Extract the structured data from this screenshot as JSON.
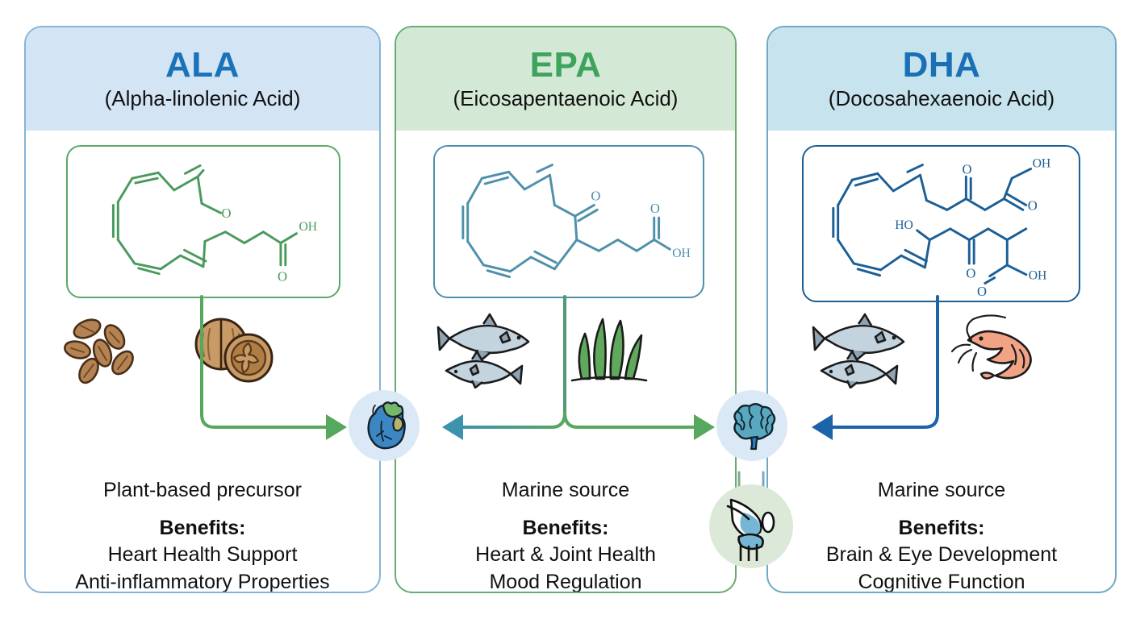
{
  "diagram": {
    "title_implied": "Omega-3 Fatty Acid Types",
    "panels": [
      {
        "abbr": "ALA",
        "full_name": "(Alpha-linolenic Acid)",
        "header_color": "#d3e4f4",
        "accent_color": "#1a72b8",
        "border_color": "#86b4d8",
        "molecule_color": "#5aa86a",
        "molecule_labels": [
          "O",
          "OH",
          "O"
        ],
        "sources": [
          "flax-seeds",
          "walnuts"
        ],
        "source_line": "Plant-based precursor",
        "benefits_label": "Benefits:",
        "benefits": [
          "Heart Health Support",
          "Anti-inflammatory Properties"
        ],
        "arrow_color": "#57a85f",
        "arrow_target": "heart"
      },
      {
        "abbr": "EPA",
        "full_name": "(Eicosapentaenoic Acid)",
        "header_color": "#d4e9d5",
        "accent_color": "#3da35d",
        "border_color": "#6aab72",
        "molecule_color": "#4e90ab",
        "molecule_labels": [
          "O",
          "O",
          "OH"
        ],
        "sources": [
          "fish",
          "algae"
        ],
        "source_line": "Marine source",
        "benefits_label": "Benefits:",
        "benefits": [
          "Heart & Joint Health",
          "Mood Regulation"
        ],
        "arrow_color_left": "#3d93ae",
        "arrow_color_right": "#57a85f",
        "arrow_targets": [
          "heart",
          "brain"
        ]
      },
      {
        "abbr": "DHA",
        "full_name": "(Docosahexaenoic Acid)",
        "header_color": "#c7e4ee",
        "accent_color": "#1a6fb5",
        "border_color": "#6fa9c4",
        "molecule_color": "#1b5f96",
        "molecule_labels": [
          "OH",
          "O",
          "O",
          "HO",
          "O",
          "OH",
          "O"
        ],
        "sources": [
          "fish",
          "shrimp"
        ],
        "source_line": "Marine source",
        "benefits_label": "Benefits:",
        "benefits": [
          "Brain & Eye Development",
          "Cognitive Function"
        ],
        "arrow_color": "#1c63a8",
        "arrow_target": "brain"
      }
    ],
    "organs": [
      {
        "name": "heart",
        "circle_color": "#dbe9f7"
      },
      {
        "name": "brain",
        "circle_color": "#dbe9f7"
      },
      {
        "name": "joint",
        "circle_color": "#dce9d8"
      }
    ]
  }
}
